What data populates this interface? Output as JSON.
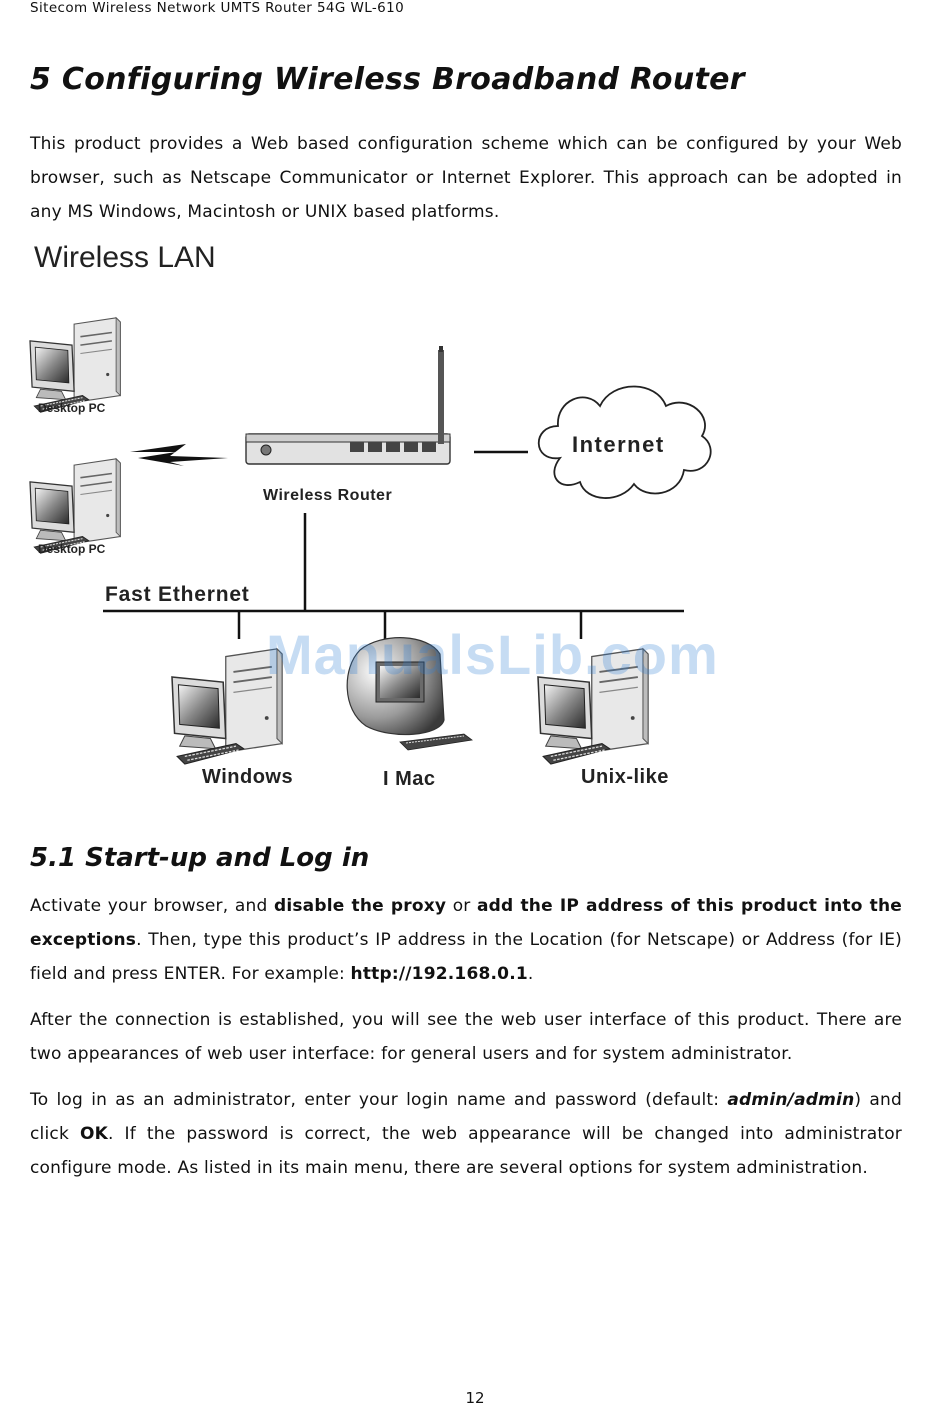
{
  "header": {
    "running_title": "Sitecom Wireless Network UMTS Router 54G WL-610"
  },
  "section5": {
    "title": "5 Configuring Wireless Broadband Router",
    "intro": "This product provides a Web based configuration scheme which can be configured by your Web browser, such as Netscape Communicator or Internet Explorer. This approach can be adopted in any MS Windows, Macintosh or UNIX based platforms."
  },
  "figure": {
    "title": "Wireless LAN",
    "labels": {
      "desktop_pc_1": "Desktop PC",
      "desktop_pc_2": "Desktop PC",
      "wireless_router": "Wireless Router",
      "internet": "Internet",
      "fast_ethernet": "Fast Ethernet",
      "windows": "Windows",
      "imac": "I Mac",
      "unix_like": "Unix-like"
    },
    "watermark": "ManualsLib.com"
  },
  "section51": {
    "title": "5.1 Start-up and Log in",
    "p1": {
      "t1": "Activate your browser, and ",
      "b1": "disable the proxy",
      "t2": " or ",
      "b2": "add the IP address of this product into the exceptions",
      "t3": ". Then, type this product’s IP address in the Location (for Netscape) or Address (for IE) field and press ENTER. For example: ",
      "b3": "http://192.168.0.1",
      "t4": "."
    },
    "p2": "After the connection is established, you will see the web user interface of this product. There are two appearances of web user interface: for general users and for system administrator.",
    "p3": {
      "t1": "To log in as an administrator, enter your login name and password (default: ",
      "bi1": "admin/admin",
      "t2": ") and click ",
      "b1": "OK",
      "t3": ". If the password is correct, the web appearance will be changed into administrator configure mode. As listed in its main menu, there are several options for system administration."
    }
  },
  "footer": {
    "page_number": "12"
  }
}
